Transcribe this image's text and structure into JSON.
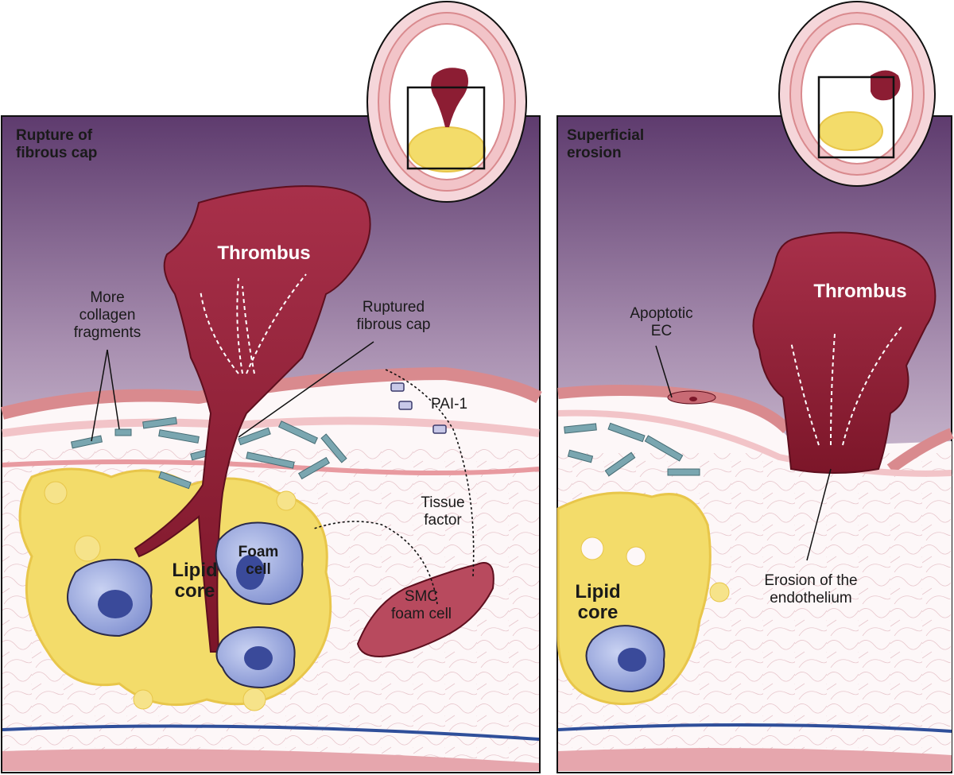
{
  "panels": {
    "left": {
      "title": "Rupture of\nfibrous cap",
      "labels": {
        "thrombus": "Thrombus",
        "collagen": "More\ncollagen\nfragments",
        "ruptured_cap": "Ruptured\nfibrous cap",
        "pai1": "PAI-1",
        "tissue_factor": "Tissue\nfactor",
        "foam_cell": "Foam\ncell",
        "lipid_core": "Lipid\ncore",
        "smc_foam_cell": "SMC\nfoam cell"
      }
    },
    "right": {
      "title": "Superficial\nerosion",
      "labels": {
        "thrombus": "Thrombus",
        "apoptotic_ec": "Apoptotic\nEC",
        "erosion": "Erosion of the\nendothelium",
        "lipid_core": "Lipid\ncore"
      }
    }
  },
  "colors": {
    "thrombus": "#8c1d33",
    "lumen_top": "#5e3b6e",
    "lipid": "#f3dc6a",
    "endothelium": "#d98a8e",
    "foam_cell": "#7f8fd0",
    "outline": "#111111"
  }
}
